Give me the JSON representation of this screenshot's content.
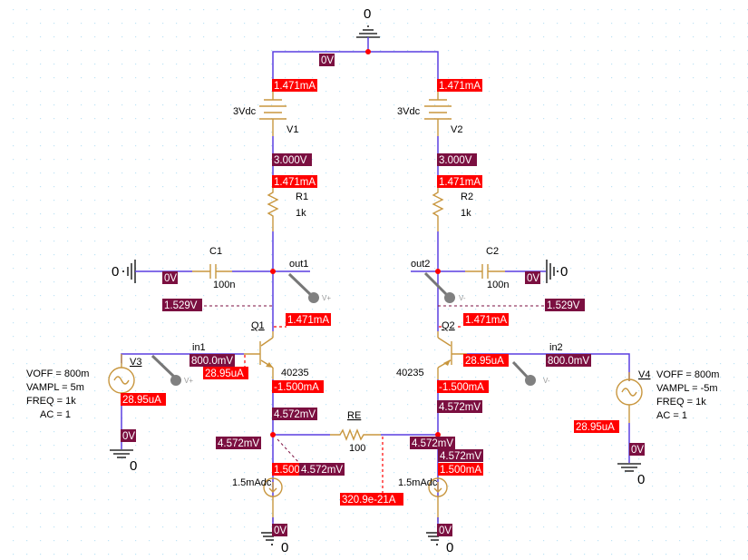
{
  "canvas": {
    "background": "#ffffff",
    "grid_color": "#bfe3f5",
    "wire_color": "#5a3fe0",
    "component_color": "#c8963e",
    "voltage_tag_color": "#7b0f40",
    "current_tag_color": "#ff0000"
  },
  "ground_top": {
    "label": "0"
  },
  "sources": {
    "V1": {
      "name": "V1",
      "value": "3Vdc"
    },
    "V2": {
      "name": "V2",
      "value": "3Vdc"
    },
    "V3": {
      "name": "V3",
      "params": [
        "VOFF = 800m",
        "VAMPL = 5m",
        "FREQ = 1k",
        "AC = 1"
      ]
    },
    "V4": {
      "name": "V4",
      "params": [
        "VOFF = 800m",
        "VAMPL = -5m",
        "FREQ = 1k",
        "AC = 1"
      ]
    },
    "I1": {
      "value": "1.5mAdc"
    },
    "I2": {
      "value": "1.5mAdc"
    }
  },
  "resistors": {
    "R1": {
      "name": "R1",
      "value": "1k"
    },
    "R2": {
      "name": "R2",
      "value": "1k"
    },
    "RE": {
      "name": "RE",
      "value": "100"
    }
  },
  "capacitors": {
    "C1": {
      "name": "C1",
      "value": "100n"
    },
    "C2": {
      "name": "C2",
      "value": "100n"
    }
  },
  "transistors": {
    "Q1": {
      "name": "Q1",
      "model": "40235"
    },
    "Q2": {
      "name": "Q2",
      "model": "40235"
    }
  },
  "nets": {
    "out1": "out1",
    "out2": "out2",
    "in1": "in1",
    "in2": "in2"
  },
  "ground_labels": {
    "c1_gnd": "0",
    "c2_gnd": "0",
    "v3_gnd": "0",
    "v4_gnd": "0",
    "i1_gnd": "0",
    "i2_gnd": "0"
  },
  "probes": {
    "p1": "V+",
    "p2": "V-",
    "p3": "V+",
    "p4": "V-"
  },
  "bias": {
    "top_node_v": "0V",
    "v1_current": "1.471mA",
    "v2_current": "1.471mA",
    "v1_node_v": "3.000V",
    "v2_node_v": "3.000V",
    "r1_current": "1.471mA",
    "r2_current": "1.471mA",
    "c1_gnd_v": "0V",
    "c2_gnd_v": "0V",
    "out1_v": "1.529V",
    "out2_v": "1.529V",
    "q1_collector_i": "1.471mA",
    "q2_collector_i": "1.471mA",
    "in1_v": "800.0mV",
    "in2_v": "800.0mV",
    "q1_base_i": "28.95uA",
    "q2_base_i": "28.95uA",
    "v3_current": "28.95uA",
    "v4_current": "28.95uA",
    "v3_gnd_v": "0V",
    "v4_gnd_v": "0V",
    "q1_emitter_i": "-1.500mA",
    "q2_emitter_i": "-1.500mA",
    "q1_emitter_v": "4.572mV",
    "q2_emitter_v": "4.572mV",
    "e1_node_v": "4.572mV",
    "e2_node_v": "4.572mV",
    "e1_node_v2": "4.572mV",
    "e2_node_v2": "4.572mV",
    "i1_current": "1.500mA",
    "i2_current": "1.500mA",
    "re_current": "320.9e-21A",
    "i1_gnd_v": "0V",
    "i2_gnd_v": "0V"
  }
}
